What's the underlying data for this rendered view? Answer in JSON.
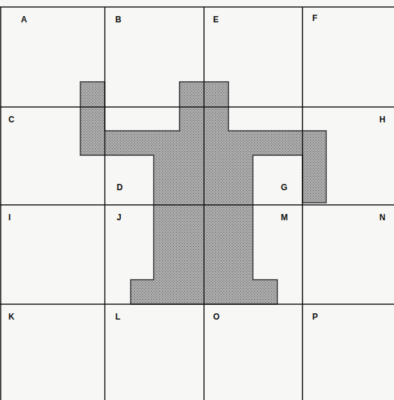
{
  "diagram": {
    "labels": [
      "A",
      "B",
      "E",
      "F",
      "C",
      "H",
      "D",
      "G",
      "I",
      "J",
      "M",
      "N",
      "K",
      "L",
      "O",
      "P"
    ]
  }
}
